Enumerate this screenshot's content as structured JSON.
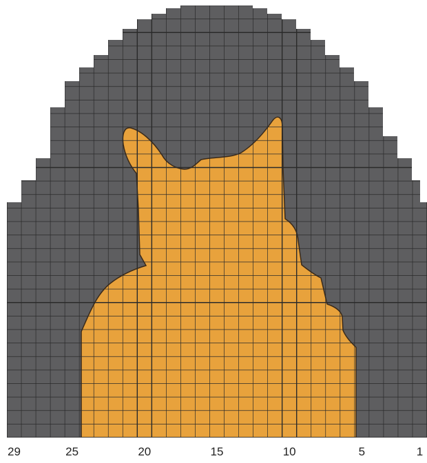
{
  "chart_data": {
    "type": "diagram",
    "description_type": "knitting-chart",
    "columns": 29,
    "rows": 32,
    "x_tick_labels": [
      {
        "column": 29,
        "label": "29"
      },
      {
        "column": 25,
        "label": "25"
      },
      {
        "column": 20,
        "label": "20"
      },
      {
        "column": 15,
        "label": "15"
      },
      {
        "column": 10,
        "label": "10"
      },
      {
        "column": 5,
        "label": "5"
      },
      {
        "column": 1,
        "label": "1"
      }
    ],
    "background_color": "#5e5e60",
    "motif_color": "#e8a23c",
    "grid_line_color": "#2a2a2a",
    "background_label": "",
    "motif_label": ""
  }
}
